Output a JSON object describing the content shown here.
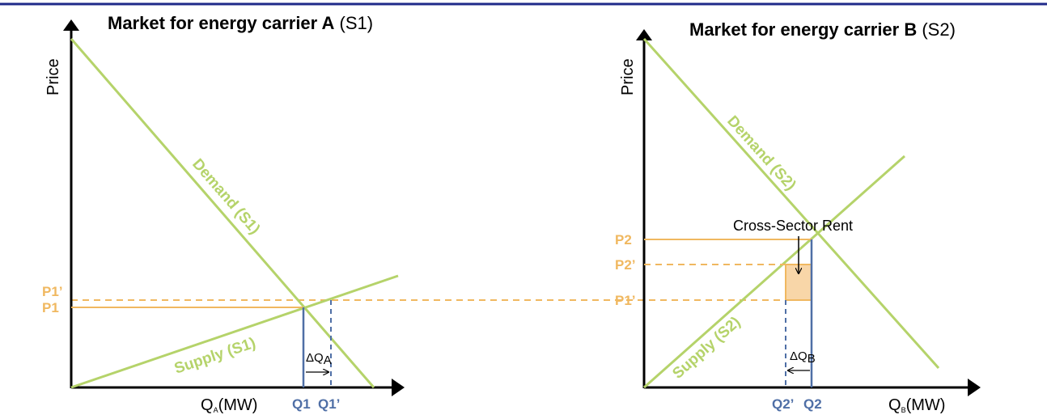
{
  "colors": {
    "curve": "#b5d36a",
    "price": "#f0b860",
    "quantity": "#4f6fa6",
    "rent_fill": "#f8d6a8",
    "top_rule": "#1f2a8a",
    "axis": "#000000"
  },
  "market_a": {
    "title_bold": "Market for energy carrier A",
    "title_suffix": " (S1)",
    "y_axis_label": "Price",
    "x_axis_label_main": "Q",
    "x_axis_label_sub": "A",
    "x_axis_label_unit": "(MW)",
    "demand_label": "Demand (S1)",
    "supply_label": "Supply (S1)",
    "p1_label": "P1",
    "p1_prime_label": "P1’",
    "q1_label": "Q1",
    "q1_prime_label": "Q1’",
    "delta_main": "ΔQ",
    "delta_sub": "A"
  },
  "market_b": {
    "title_bold": "Market for energy carrier B",
    "title_suffix": " (S2)",
    "y_axis_label": "Price",
    "x_axis_label_main": "Q",
    "x_axis_label_sub": "B",
    "x_axis_label_unit": "(MW)",
    "demand_label": "Demand (S2)",
    "supply_label": "Supply (S2)",
    "p2_label": "P2",
    "p2_prime_label": "P2’",
    "p1_prime_label": "P1’",
    "q2_label": "Q2",
    "q2_prime_label": "Q2’",
    "delta_main": "ΔQ",
    "delta_sub": "B",
    "rent_label": "Cross-Sector Rent"
  }
}
